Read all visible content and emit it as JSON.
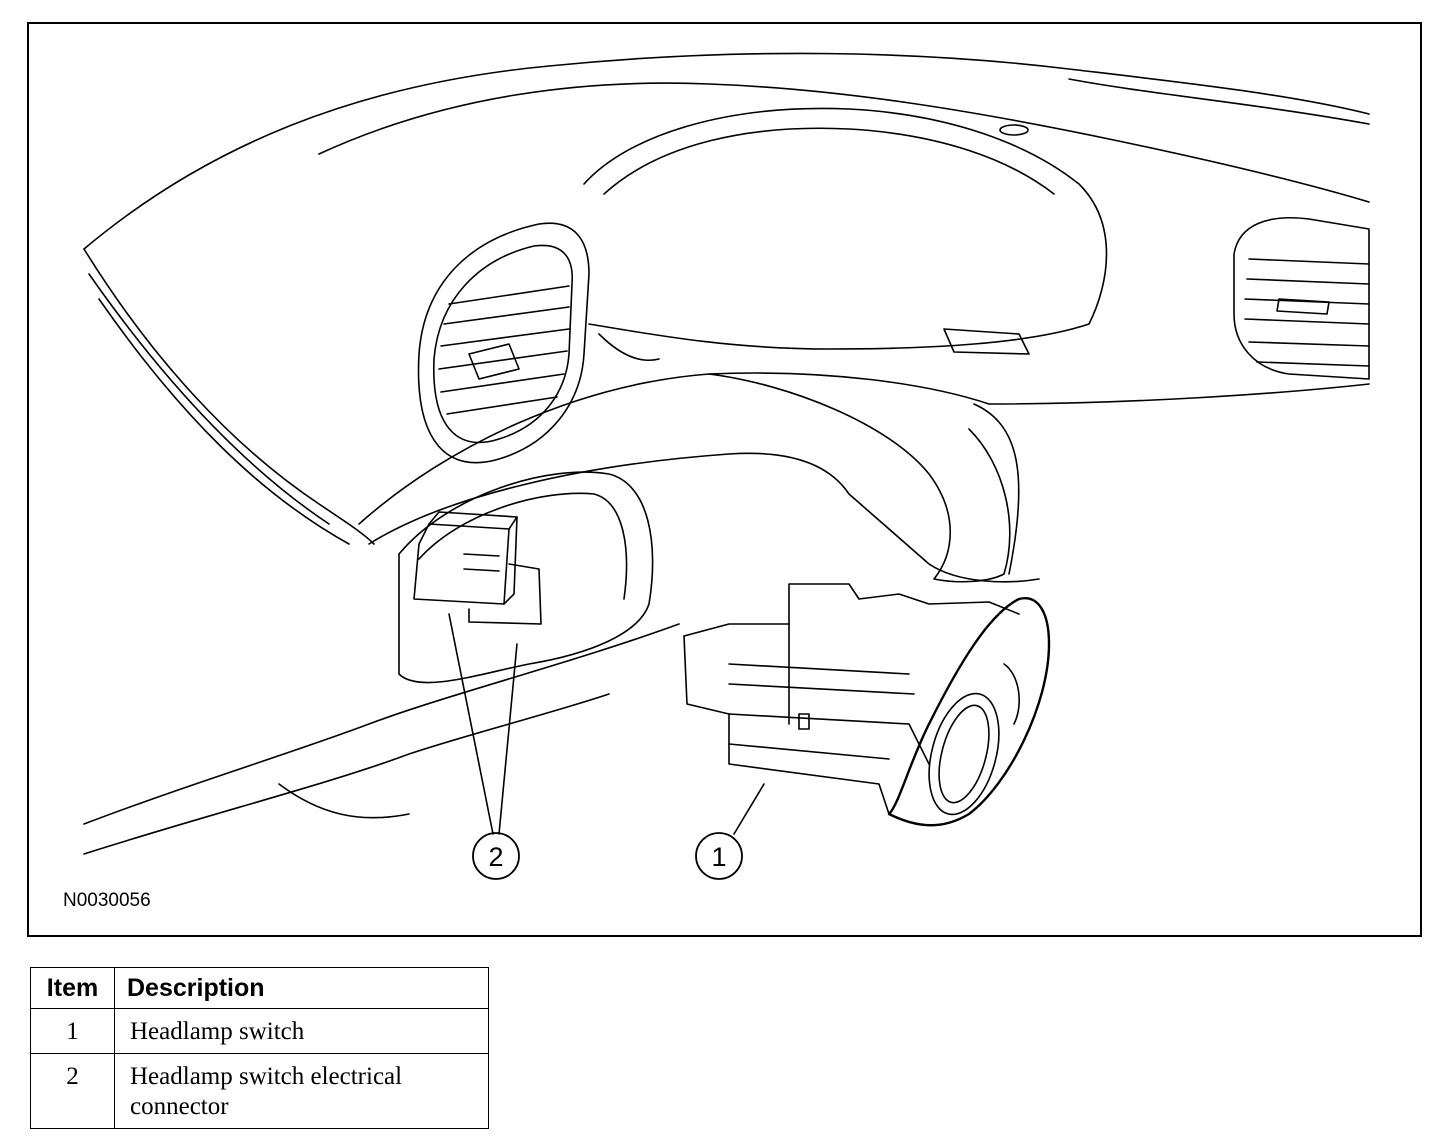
{
  "figure": {
    "id_label": "N0030056",
    "callouts": [
      {
        "number": "1"
      },
      {
        "number": "2"
      }
    ]
  },
  "legend": {
    "headers": {
      "item": "Item",
      "description": "Description"
    },
    "rows": [
      {
        "item": "1",
        "description": "Headlamp switch"
      },
      {
        "item": "2",
        "description": "Headlamp switch electrical connector"
      }
    ]
  }
}
